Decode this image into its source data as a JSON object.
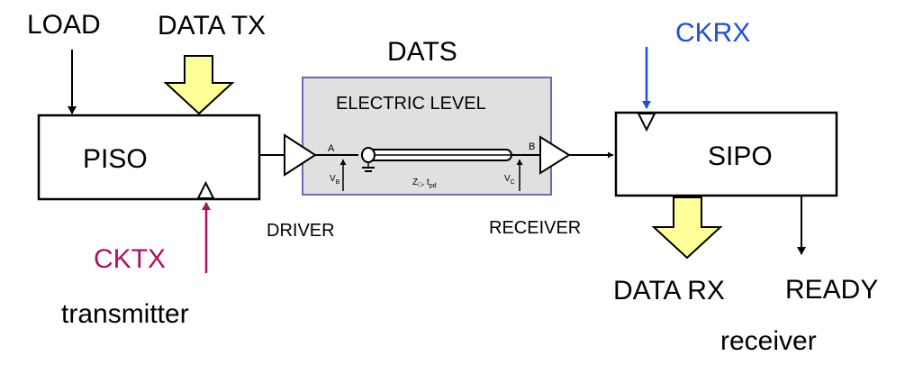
{
  "diagram": {
    "labels": {
      "load": "LOAD",
      "data_tx": "DATA TX",
      "dats": "DATS",
      "ckrx": "CKRX",
      "electric_level": "ELECTRIC LEVEL",
      "piso": "PISO",
      "sipo": "SIPO",
      "node_a": "A",
      "node_b": "B",
      "vb_main": "V",
      "vb_sub": "B",
      "vc_main": "V",
      "vc_sub": "C",
      "line_z": "Z",
      "line_sep": ", t",
      "line_sub": "pd",
      "driver": "DRIVER",
      "receiver_block": "RECEIVER",
      "cktx": "CKTX",
      "transmitter": "transmitter",
      "data_rx": "DATA RX",
      "ready": "READY",
      "receiver": "receiver"
    },
    "colors": {
      "ckrx": "#1f4fd8",
      "cktx": "#b0105e",
      "big_arrow_fill": "#ffff99",
      "electric_box_fill": "#e0e0e0",
      "electric_box_border": "#6a6ab8"
    }
  }
}
